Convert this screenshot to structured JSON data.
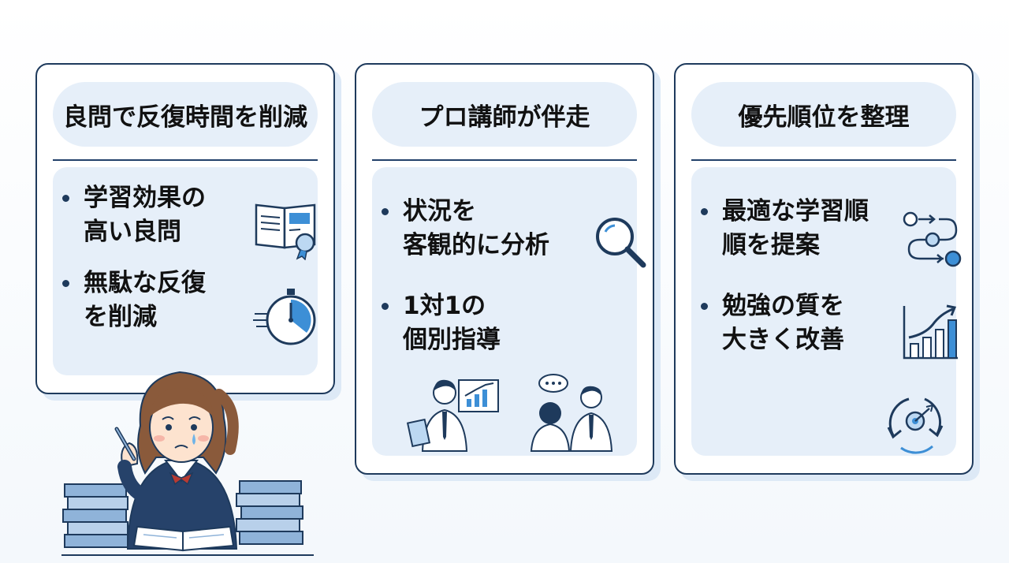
{
  "columns": [
    {
      "title": "良問で反復時間を削減",
      "bullets": [
        "学習効果の\n高い良問",
        "無駄な反復\nを削減"
      ],
      "icons": [
        "open-book-award-icon",
        "stopwatch-icon"
      ]
    },
    {
      "title": "プロ講師が伴走",
      "bullets": [
        "状況を\n客観的に分析",
        "1対1の\n個別指導"
      ],
      "icons": [
        "magnifier-icon",
        "teacher-chart-illustration",
        "tutoring-illustration"
      ]
    },
    {
      "title": "優先順位を整理",
      "bullets": [
        "最適な学習順\n順を提案",
        "勉強の質を\n大きく改善"
      ],
      "icons": [
        "flow-path-icon",
        "growth-chart-icon",
        "cycle-target-icon"
      ]
    }
  ],
  "colors": {
    "navy": "#1e3a5c",
    "panel": "#e6eff9",
    "accent": "#3d8fd6"
  },
  "decoration": "worried-student-illustration"
}
